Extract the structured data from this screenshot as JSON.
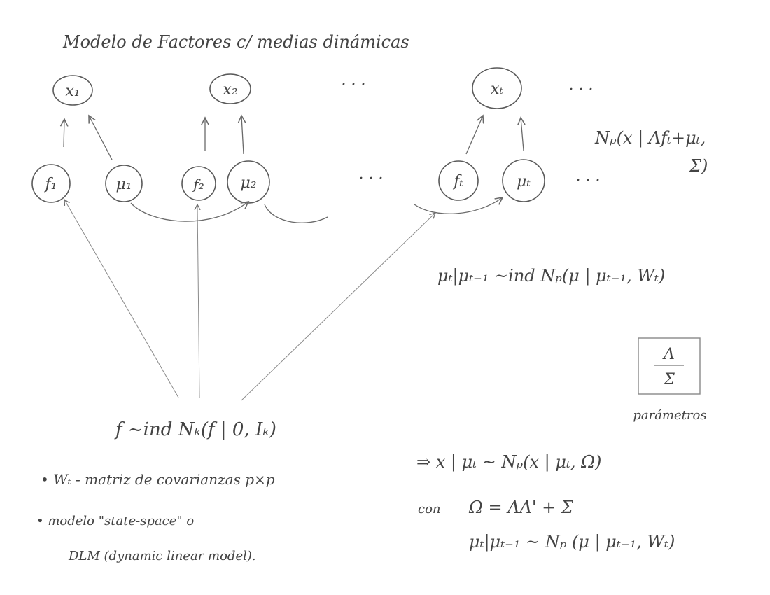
{
  "title": "Modelo de Factores c/ medias dinámicas",
  "nodes": {
    "x1": "x₁",
    "x2": "x₂",
    "xt": "xₜ",
    "f1": "f₁",
    "mu1": "μ₁",
    "f2": "f₂",
    "mu2": "μ₂",
    "ft": "fₜ",
    "mut": "μₜ"
  },
  "ellipsis": "· · ·",
  "formulas": {
    "obs_line1": "Nₚ(x | Λfₜ+μₜ,",
    "obs_line2": "Σ)",
    "transition": "μₜ|μₜ₋₁ ~ind Nₚ(μ | μₜ₋₁, Wₜ)",
    "factor_prior": "f ~ind Nₖ(f | 0, Iₖ)"
  },
  "params_box": {
    "lambda": "Λ",
    "sigma": "Σ",
    "label": "parámetros"
  },
  "notes": {
    "note1": "• Wₜ - matriz de covarianzas p×p",
    "note2a": "• modelo \"state-space\" o",
    "note2b": "DLM (dynamic linear model)."
  },
  "implication": {
    "line1": "⇒   x | μₜ ~ Nₚ(x | μₜ, Ω)",
    "line2_prefix": "con",
    "line2": "Ω = ΛΛ' + Σ",
    "line3": "μₜ|μₜ₋₁ ~ Nₚ (μ | μₜ₋₁, Wₜ)"
  }
}
